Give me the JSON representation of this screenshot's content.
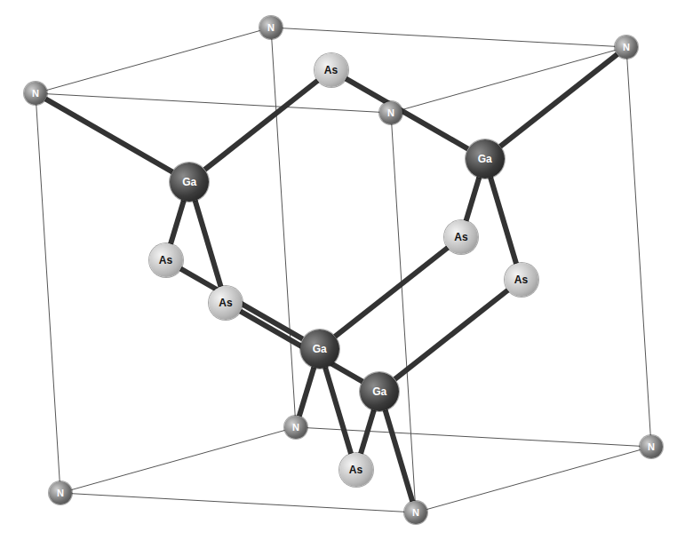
{
  "diagram": {
    "nodes": [
      {
        "text": [
          "N"
        ]
      },
      {
        "text": [
          "N"
        ]
      },
      {
        "text": [
          "As"
        ]
      },
      {
        "text": [
          "N"
        ]
      },
      {
        "text": [
          "N"
        ]
      },
      {
        "text": [
          "Ga"
        ]
      },
      {
        "text": [
          "Ga"
        ]
      },
      {
        "text": [
          "As"
        ]
      },
      {
        "text": [
          "As"
        ]
      },
      {
        "text": [
          "As"
        ]
      },
      {
        "text": [
          "As"
        ]
      },
      {
        "text": [
          "Ga"
        ]
      },
      {
        "text": [
          "Ga"
        ]
      },
      {
        "text": [
          "N"
        ]
      },
      {
        "text": [
          "N"
        ]
      },
      {
        "text": [
          "As"
        ]
      },
      {
        "text": [
          "N"
        ]
      },
      {
        "text": [
          "N"
        ]
      }
    ],
    "edges": [
      {
        "from": 6,
        "to": 3,
        "arrow": "none"
      },
      {
        "from": 6,
        "to": 10,
        "arrow": "none"
      },
      {
        "from": 6,
        "to": 2,
        "arrow": "none"
      },
      {
        "from": 6,
        "to": 8,
        "arrow": "none"
      },
      {
        "from": 12,
        "to": 17,
        "arrow": "none"
      },
      {
        "from": 12,
        "to": 10,
        "arrow": "none"
      },
      {
        "from": 12,
        "to": 9,
        "arrow": "none"
      },
      {
        "from": 12,
        "to": 15,
        "arrow": "none"
      },
      {
        "from": 5,
        "to": 1,
        "arrow": "none"
      },
      {
        "from": 5,
        "to": 2,
        "arrow": "none"
      },
      {
        "from": 5,
        "to": 9,
        "arrow": "none"
      },
      {
        "from": 5,
        "to": 7,
        "arrow": "none"
      },
      {
        "from": 11,
        "to": 13,
        "arrow": "none"
      },
      {
        "from": 11,
        "to": 15,
        "arrow": "none"
      },
      {
        "from": 11,
        "to": 8,
        "arrow": "none"
      },
      {
        "from": 11,
        "to": 7,
        "arrow": "none"
      }
    ]
  }
}
